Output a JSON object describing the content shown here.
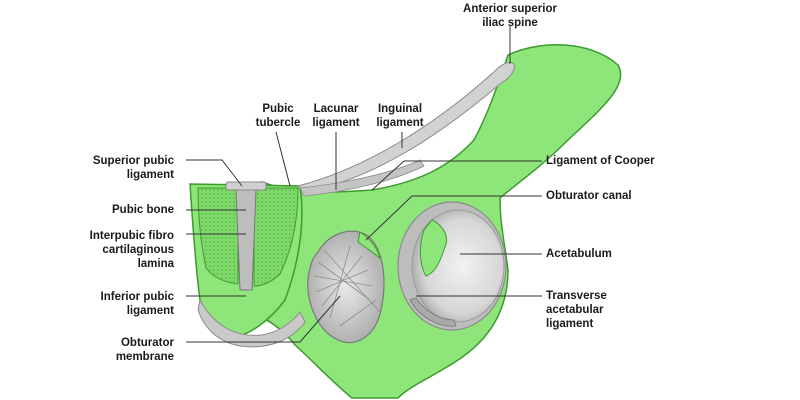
{
  "colors": {
    "bone_fill": "#8ee67a",
    "bone_stroke": "#3c9a2e",
    "ligament_gray": "#bfbfbf",
    "leader_line": "#333333"
  },
  "labels": {
    "anterior_superior_iliac_spine": "Anterior superior\niliac spine",
    "pubic_tubercle": "Pubic\ntubercle",
    "lacunar_ligament": "Lacunar\nligament",
    "inguinal_ligament": "Inguinal\nligament",
    "superior_pubic_ligament": "Superior pubic\nligament",
    "pubic_bone": "Pubic bone",
    "interpubic_fibro_cartilaginous_lamina": "Interpubic fibro\ncartilaginous\nlamina",
    "inferior_pubic_ligament": "Inferior pubic\nligament",
    "obturator_membrane": "Obturator\nmembrane",
    "ligament_of_cooper": "Ligament of Cooper",
    "obturator_canal": "Obturator canal",
    "acetabulum": "Acetabulum",
    "transverse_acetabular_ligament": "Transverse\nacetabular\nligament"
  }
}
